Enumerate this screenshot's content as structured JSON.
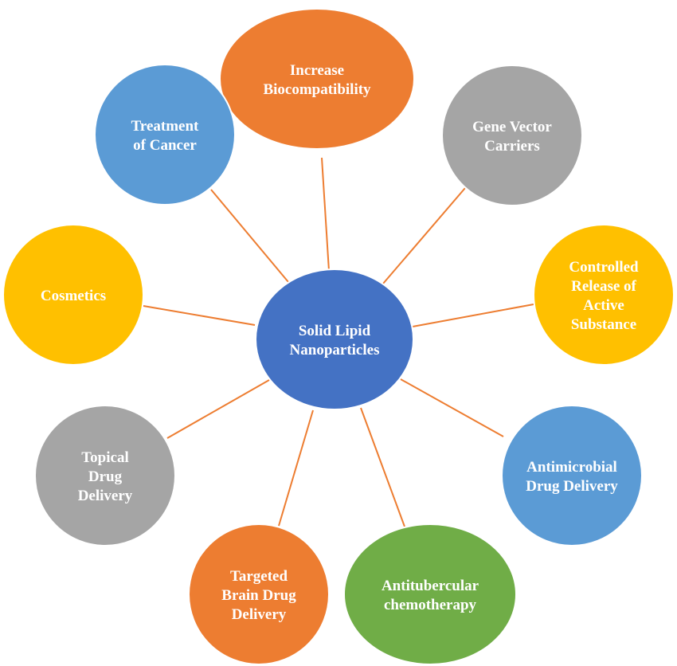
{
  "diagram": {
    "type": "radial-hub",
    "connector_color": "#ED7D31",
    "center": {
      "lines": [
        "Solid Lipid",
        "Nanoparticles"
      ],
      "color": "#4472C4"
    },
    "nodes": [
      {
        "id": "increase-biocompatibility",
        "lines": [
          "Increase",
          "Biocompatibility"
        ],
        "color": "#ED7D31"
      },
      {
        "id": "gene-vector-carriers",
        "lines": [
          "Gene Vector",
          "Carriers"
        ],
        "color": "#A5A5A5"
      },
      {
        "id": "controlled-release",
        "lines": [
          "Controlled",
          "Release of",
          "Active",
          "Substance"
        ],
        "color": "#FFC000"
      },
      {
        "id": "antimicrobial-drug-delivery",
        "lines": [
          "Antimicrobial",
          "Drug Delivery"
        ],
        "color": "#5B9BD5"
      },
      {
        "id": "antitubercular-chemotherapy",
        "lines": [
          "Antitubercular",
          "chemotherapy"
        ],
        "color": "#70AD47"
      },
      {
        "id": "targeted-brain-drug-delivery",
        "lines": [
          "Targeted",
          "Brain Drug",
          "Delivery"
        ],
        "color": "#ED7D31"
      },
      {
        "id": "topical-drug-delivery",
        "lines": [
          "Topical",
          "Drug",
          "Delivery"
        ],
        "color": "#A5A5A5"
      },
      {
        "id": "cosmetics",
        "lines": [
          "Cosmetics"
        ],
        "color": "#FFC000"
      },
      {
        "id": "treatment-of-cancer",
        "lines": [
          "Treatment",
          "of Cancer"
        ],
        "color": "#5B9BD5"
      }
    ]
  }
}
